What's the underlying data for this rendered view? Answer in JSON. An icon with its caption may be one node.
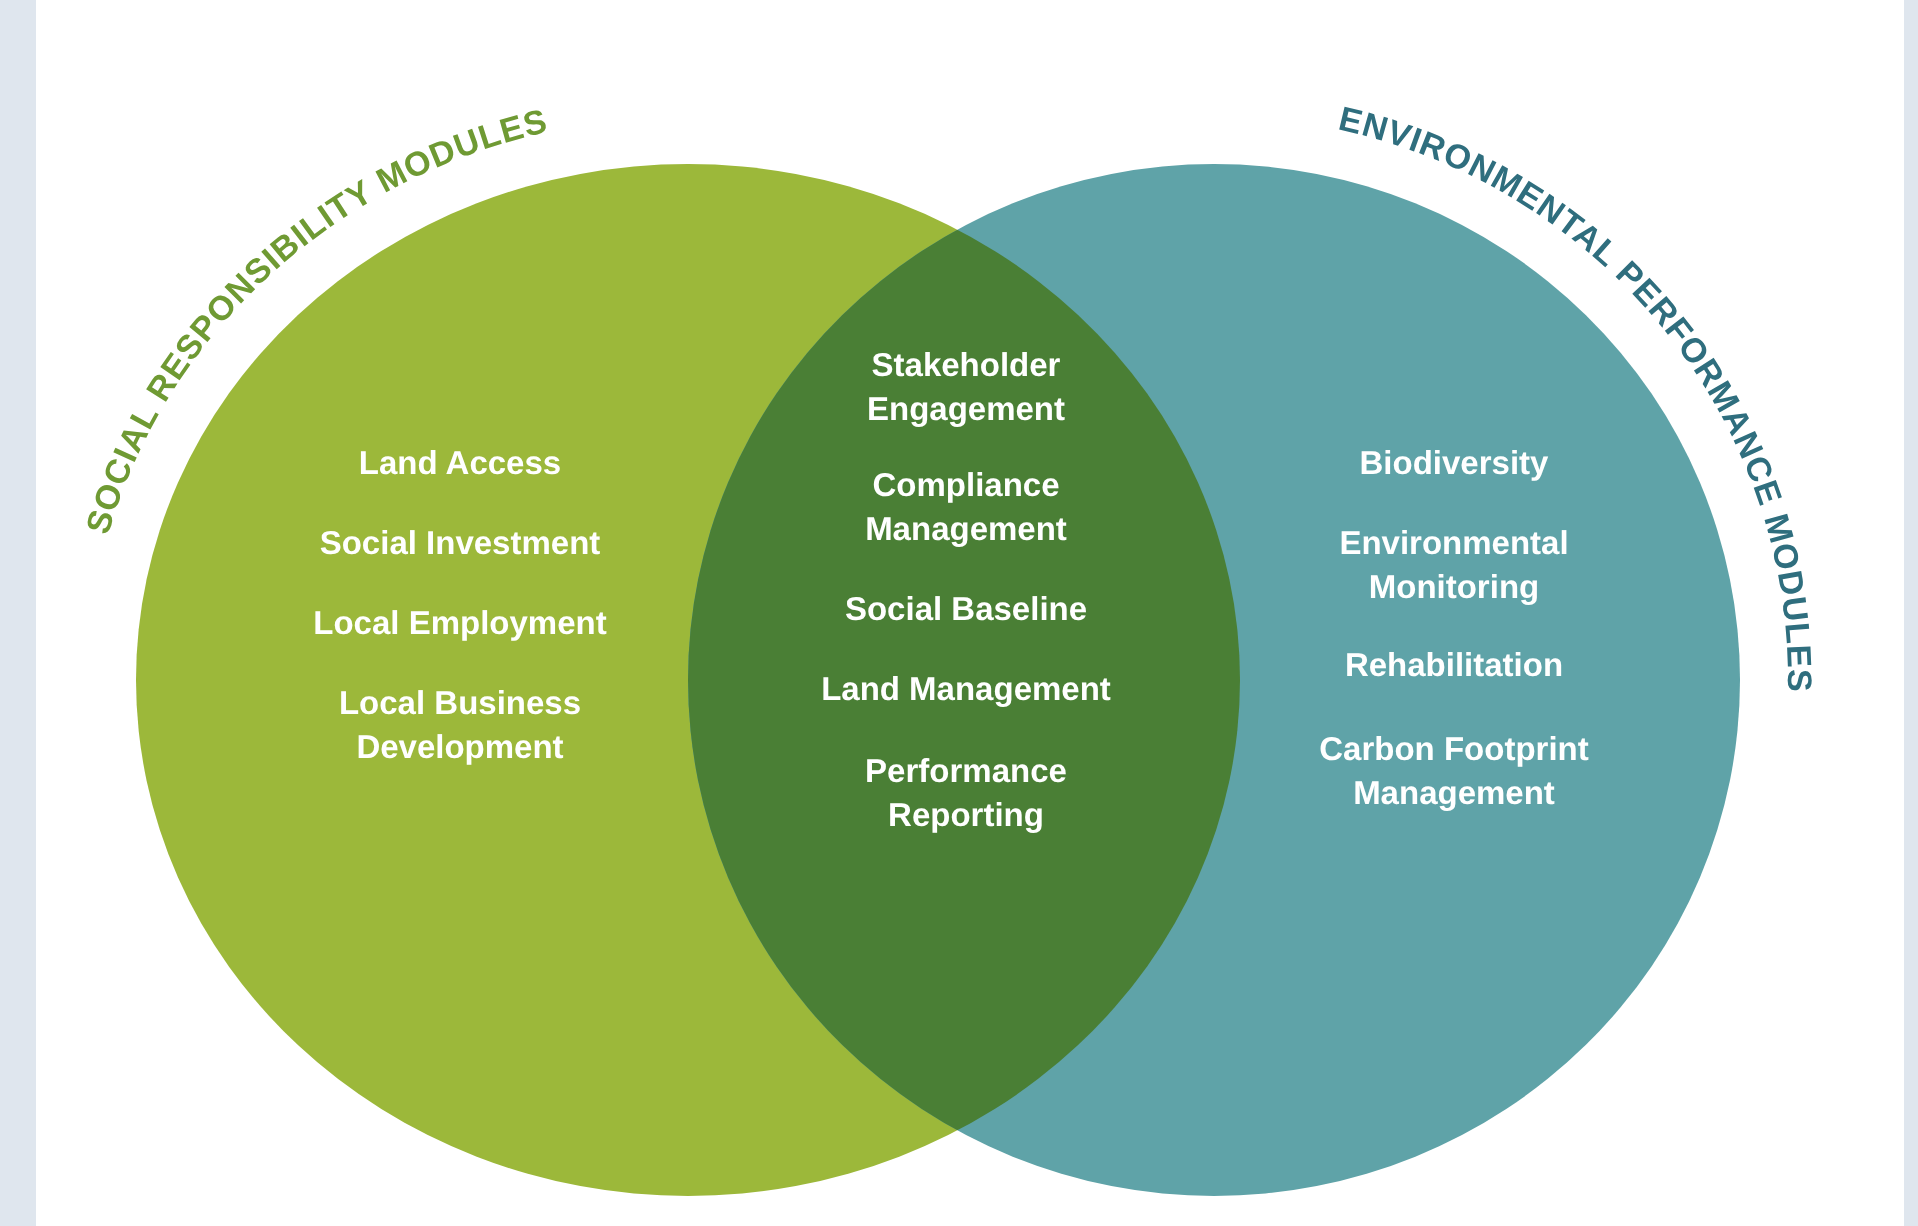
{
  "diagram": {
    "nodes": [
      {
        "text": [
          "SOCIAL RESPONSIBILITY MODULES",
          "Land Access",
          "Social Investment",
          "Local Employment",
          "Local Business Development"
        ]
      },
      {
        "text": [
          "ENVIRONMENTAL PERFORMANCE MODULES",
          "Biodiversity",
          "Environmental Monitoring",
          "Rehabilitation",
          "Carbon Footprint Management"
        ]
      },
      {
        "text": [
          "Stakeholder Engagement",
          "Compliance Management",
          "Social Baseline",
          "Land Management",
          "Performance Reporting"
        ]
      }
    ]
  }
}
